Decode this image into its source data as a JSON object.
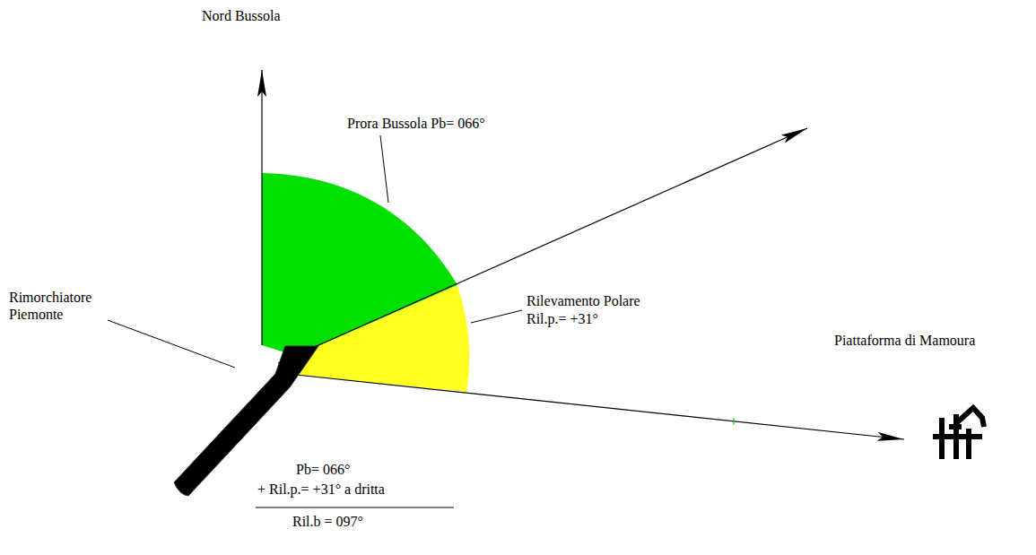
{
  "diagram": {
    "labels": [
      "Nord Bussola",
      "Prora Bussola Pb= 066°",
      "Rimorchiatore Piemonte",
      "Rilevamento Polare",
      "Ril.p.= +31°",
      "Piattaforma di Mamoura",
      "Pb= 066°",
      "+ Ril.p.= +31° a dritta",
      "Ril.b = 097°"
    ]
  }
}
